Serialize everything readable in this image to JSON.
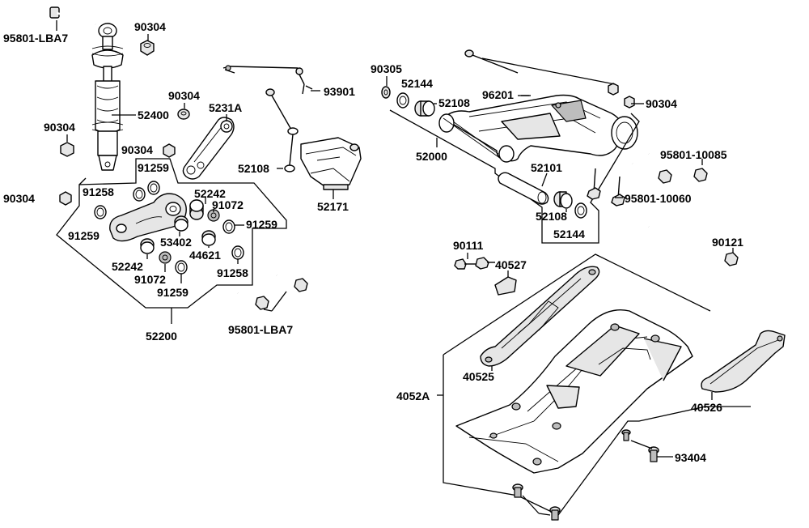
{
  "labels": {
    "p95801_lba7_top": "95801-LBA7",
    "p90304_top": "90304",
    "p52400": "52400",
    "p90304_left1": "90304",
    "p90304_mid1": "90304",
    "p5231a": "5231A",
    "p90304_mid2": "90304",
    "p91259_a": "91259",
    "p91258_a": "91258",
    "p90304_left2": "90304",
    "p52242_a": "52242",
    "p91072_a": "91072",
    "p91259_b": "91259",
    "p91259_c": "91259",
    "p53402": "53402",
    "p44621": "44621",
    "p52242_b": "52242",
    "p91072_b": "91072",
    "p91258_b": "91258",
    "p91259_d": "91259",
    "p52200": "52200",
    "p95801_lba7_bot": "95801-LBA7",
    "p93901": "93901",
    "p52108_a": "52108",
    "p52171": "52171",
    "p90305": "90305",
    "p52144_a": "52144",
    "p52108_b": "52108",
    "p96201": "96201",
    "p90304_right": "90304",
    "p52000": "52000",
    "p95801_10085": "95801-10085",
    "p52101": "52101",
    "p95801_10060": "95801-10060",
    "p52108_c": "52108",
    "p52144_b": "52144",
    "p90111": "90111",
    "p40527": "40527",
    "p90121": "90121",
    "p40525": "40525",
    "p4052a": "4052A",
    "p40526": "40526",
    "p93404": "93404"
  }
}
